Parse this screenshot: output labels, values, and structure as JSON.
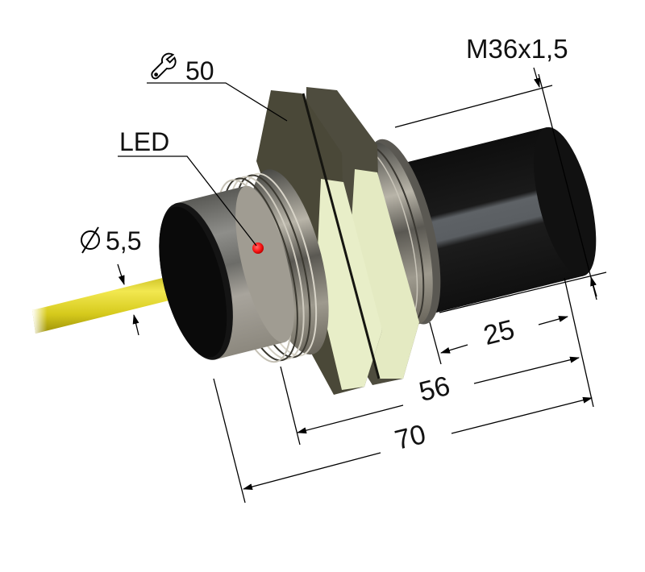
{
  "diagram": {
    "subject": "Cylindrical threaded proximity sensor with cable",
    "labels": {
      "wrench_size": "50",
      "thread": "M36x1,5",
      "led": "LED",
      "cable_diameter_symbol": "⌀",
      "cable_diameter": "5,5"
    },
    "dimensions": {
      "sensing_head_length": "25",
      "thread_length": "56",
      "total_length": "70"
    },
    "colors": {
      "background": "#ffffff",
      "cable": "#d8cc1e",
      "led": "#ff1a1a",
      "sensing_head": "#141414",
      "sensing_head_highlight": "#5c6064",
      "metal_body": "#8a8478",
      "nut_dark": "#4a4838",
      "nut_light": "#e6ecc4",
      "dimension_lines": "#000000"
    },
    "icons": {
      "wrench": "wrench-icon",
      "diameter": "diameter-symbol-icon"
    }
  }
}
